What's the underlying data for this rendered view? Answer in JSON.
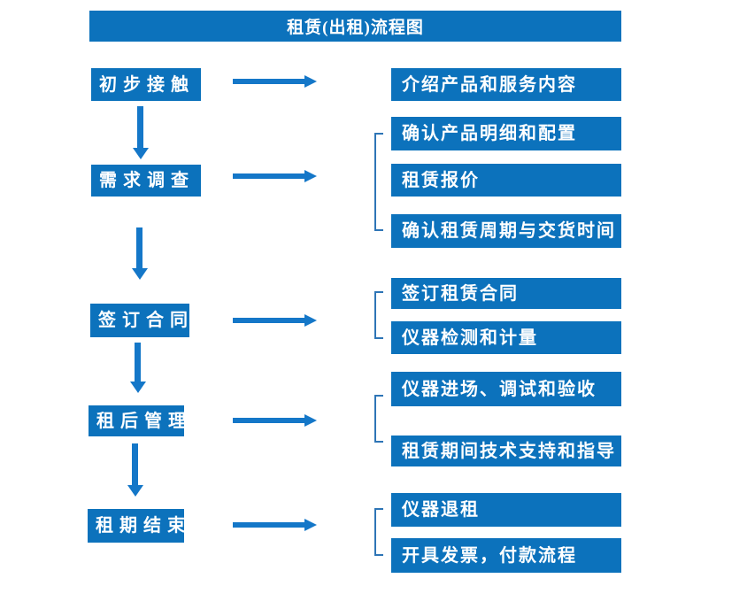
{
  "title": "租赁(出租)流程图",
  "colors": {
    "box_blue": "#0C72BC",
    "arrow_blue": "#1477C8",
    "bracket_blue": "#2E75B6",
    "text_white": "#FFFFFF"
  },
  "left_steps": [
    {
      "label": "初步接触"
    },
    {
      "label": "需求调查"
    },
    {
      "label": "签订合同"
    },
    {
      "label": "租后管理"
    },
    {
      "label": "租期结束"
    }
  ],
  "right_items": [
    {
      "label": "介绍产品和服务内容"
    },
    {
      "label": "确认产品明细和配置"
    },
    {
      "label": "租赁报价"
    },
    {
      "label": "确认租赁周期与交货时间"
    },
    {
      "label": "签订租赁合同"
    },
    {
      "label": "仪器检测和计量"
    },
    {
      "label": "仪器进场、调试和验收"
    },
    {
      "label": "租赁期间技术支持和指导"
    },
    {
      "label": "仪器退租"
    },
    {
      "label": "开具发票，付款流程"
    }
  ]
}
